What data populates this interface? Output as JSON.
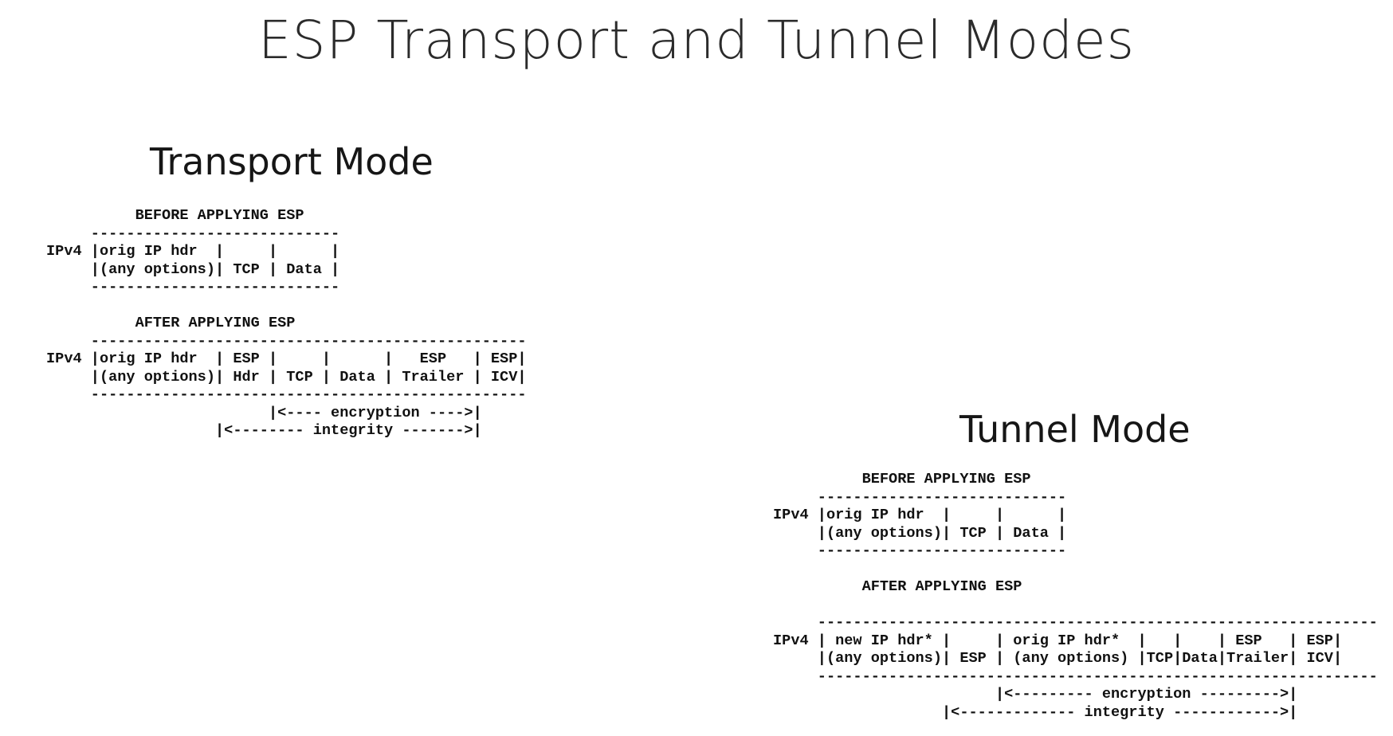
{
  "slide": {
    "title": "ESP Transport and Tunnel Modes"
  },
  "transport": {
    "title": "Transport Mode",
    "lines": [
      "          BEFORE APPLYING ESP",
      "     ----------------------------",
      "IPv4 |orig IP hdr  |     |      |",
      "     |(any options)| TCP | Data |",
      "     ----------------------------",
      "",
      "          AFTER APPLYING ESP",
      "     -------------------------------------------------",
      "IPv4 |orig IP hdr  | ESP |     |      |   ESP   | ESP|",
      "     |(any options)| Hdr | TCP | Data | Trailer | ICV|",
      "     -------------------------------------------------",
      "                         |<---- encryption ---->|",
      "                   |<-------- integrity ------->|"
    ]
  },
  "tunnel": {
    "title": "Tunnel Mode",
    "lines": [
      "          BEFORE APPLYING ESP",
      "     ----------------------------",
      "IPv4 |orig IP hdr  |     |      |",
      "     |(any options)| TCP | Data |",
      "     ----------------------------",
      "",
      "          AFTER APPLYING ESP",
      "",
      "     ---------------------------------------------------------------",
      "IPv4 | new IP hdr* |     | orig IP hdr*  |   |    | ESP   | ESP|",
      "     |(any options)| ESP | (any options) |TCP|Data|Trailer| ICV|",
      "     ---------------------------------------------------------------",
      "                         |<--------- encryption --------->|",
      "                   |<------------- integrity ------------>|"
    ]
  }
}
